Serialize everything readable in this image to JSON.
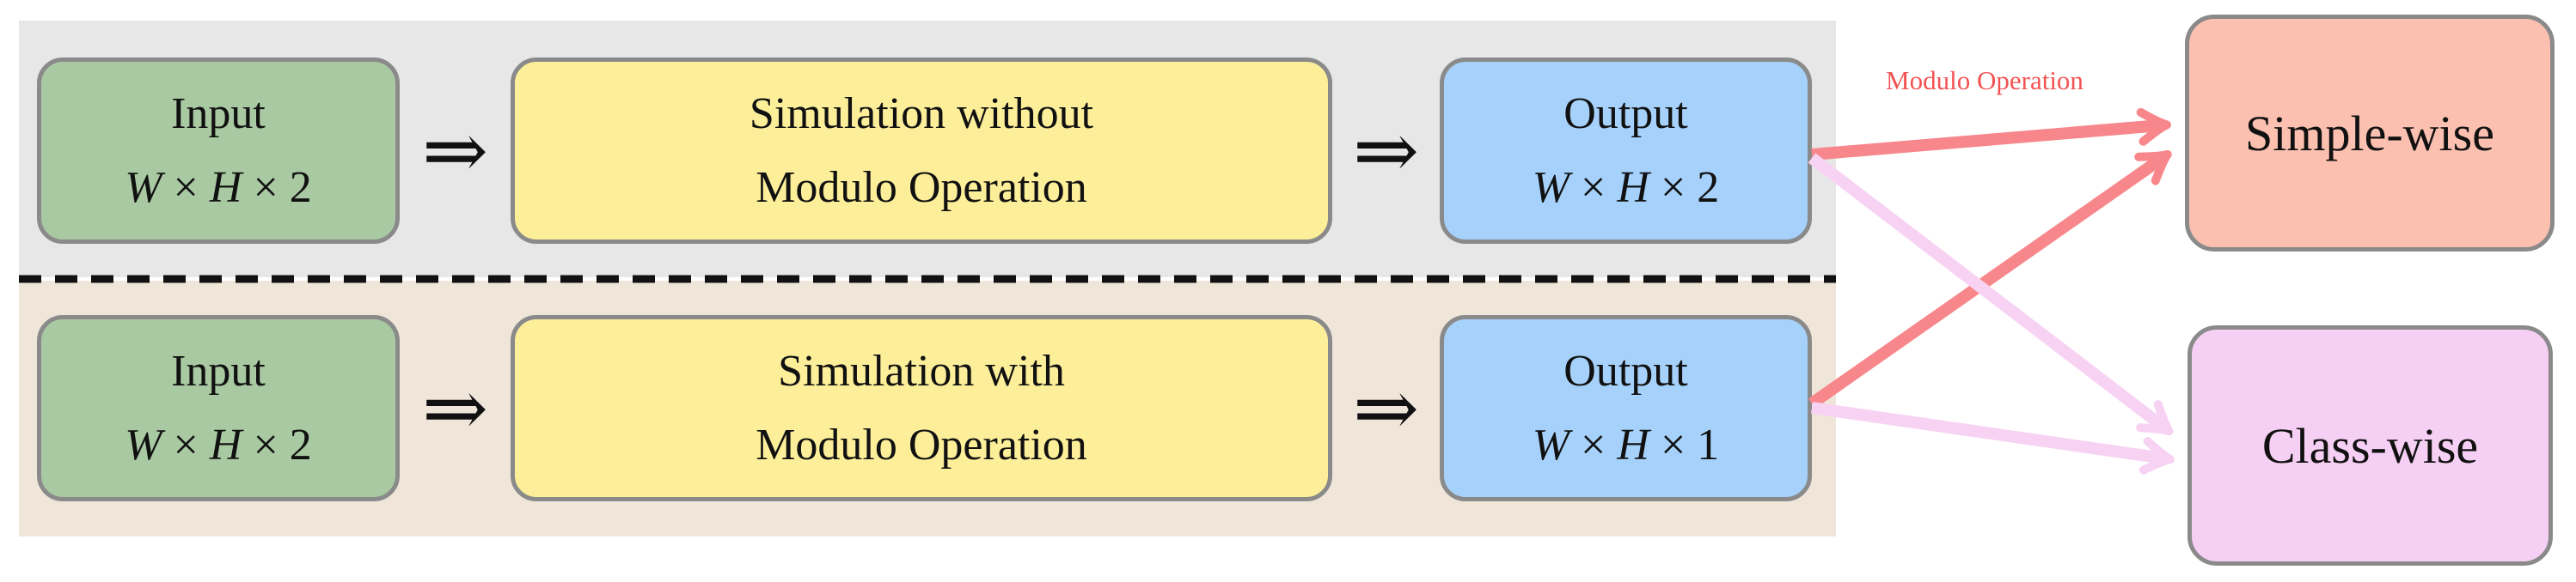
{
  "rows": [
    {
      "input": {
        "title": "Input",
        "dims": [
          "W",
          "×",
          "H",
          "×",
          "2"
        ]
      },
      "arrow_in": "⇒",
      "process": {
        "line1": "Simulation without",
        "line2": "Modulo Operation"
      },
      "arrow_out": "⇒",
      "output": {
        "title": "Output",
        "dims": [
          "W",
          "×",
          "H",
          "×",
          "2"
        ]
      }
    },
    {
      "input": {
        "title": "Input",
        "dims": [
          "W",
          "×",
          "H",
          "×",
          "2"
        ]
      },
      "arrow_in": "⇒",
      "process": {
        "line1": "Simulation with",
        "line2": "Modulo Operation"
      },
      "arrow_out": "⇒",
      "output": {
        "title": "Output",
        "dims": [
          "W",
          "×",
          "H",
          "×",
          "1"
        ]
      }
    }
  ],
  "targets": {
    "simple": "Simple-wise",
    "class": "Class-wise"
  },
  "arrow_label": "Modulo Operation",
  "colors": {
    "panel_top_bg": "#E7E7E7",
    "panel_bottom_bg": "#EFE5D9",
    "input_fill": "#A8C9A1",
    "process_fill": "#FDEF9A",
    "output_fill": "#A6D1FA",
    "simple_fill": "#FBC0B0",
    "class_fill": "#F6D0F4",
    "box_border": "#8A8A8A",
    "red_arrow": "#F8878C",
    "pink_arrow": "#F8D2F3",
    "label_red": "#F25352",
    "separator": "#111111"
  }
}
